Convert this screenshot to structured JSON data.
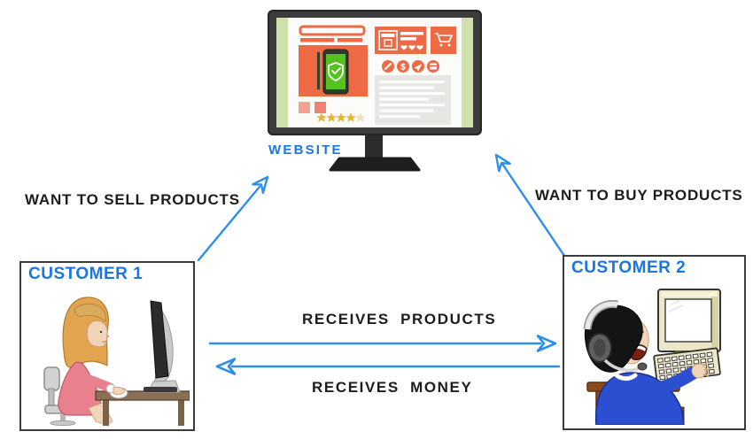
{
  "website": {
    "label": "WEBSITE",
    "screen": {
      "description": "e-commerce webpage mockup",
      "icons": [
        "storefront-icon",
        "hearts-icon",
        "shopping-cart-icon",
        "pencil-icon",
        "dollar-icon",
        "send-plane-icon",
        "card-check-icon",
        "shield-check-phone-icon"
      ],
      "star_rating": {
        "filled": 4,
        "total": 5
      }
    }
  },
  "customer1": {
    "label": "CUSTOMER 1",
    "illustration": "woman-at-desktop-computer"
  },
  "customer2": {
    "label": "CUSTOMER 2",
    "illustration": "man-with-headset-at-computer"
  },
  "arrows": {
    "sell": {
      "label": "WANT TO SELL PRODUCTS",
      "from": "customer1",
      "to": "website"
    },
    "buy": {
      "label": "WANT TO BUY PRODUCTS",
      "from": "customer2",
      "to": "website"
    },
    "products": {
      "label": "RECEIVES PRODUCTS",
      "from": "customer1",
      "to": "customer2"
    },
    "money": {
      "label": "RECEIVES MONEY",
      "from": "customer2",
      "to": "customer1"
    }
  },
  "colors": {
    "label_blue": "#1b76e0",
    "arrow_blue": "#2f8fe8",
    "text_black": "#1c1c1c",
    "site_orange": "#ed6a44",
    "site_salmon": "#f2a091",
    "screen_green": "#cfe0ad",
    "phone_green": "#55c11e",
    "star_gold": "#e7b42b",
    "dress_pink": "#e8808e",
    "sweater_blue": "#2b4fd0",
    "hair_blonde": "#e2a44e",
    "desk_brown": "#8a6f55",
    "chair_brown": "#8b4a1e",
    "monitor_frame": "#3c3c3c"
  }
}
